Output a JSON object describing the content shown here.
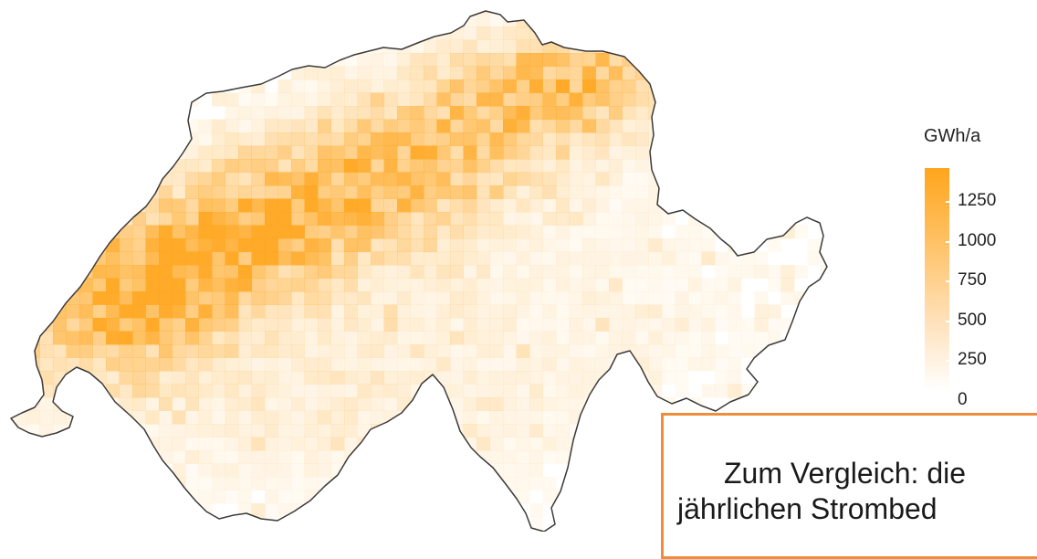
{
  "legend": {
    "title": "GWh/a",
    "labels": [
      "1250",
      "1000",
      "750",
      "500",
      "250",
      "0"
    ],
    "max_color": "#ffa51c",
    "min_color": "#ffffff"
  },
  "info_box": {
    "line1": "Zum Vergleich: die",
    "line2": "jährlichen Strombed",
    "border_color": "#f08d3a"
  },
  "map": {
    "outline_color": "#3a3a3a",
    "fill_scale_color": "#ffa51c"
  }
}
